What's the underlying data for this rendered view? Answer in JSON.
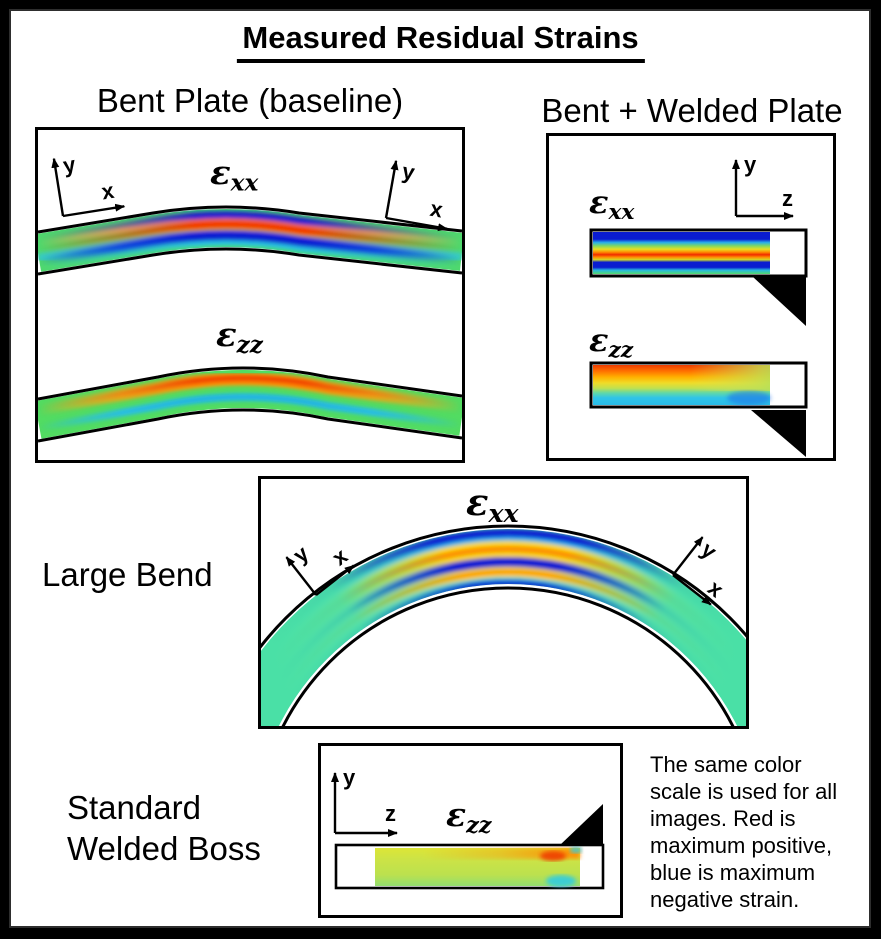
{
  "title": "Measured Residual Strains",
  "panels": {
    "bent_plate": {
      "heading": "Bent Plate (baseline)",
      "map1": {
        "symbol": "ε",
        "subscript": "xx"
      },
      "map2": {
        "symbol": "ε",
        "subscript": "zz"
      },
      "axes_left": {
        "vertical": "y",
        "horizontal": "x"
      },
      "axes_right": {
        "vertical": "y",
        "horizontal": "x"
      }
    },
    "bent_welded": {
      "heading": "Bent + Welded Plate",
      "map1": {
        "symbol": "ε",
        "subscript": "xx"
      },
      "map2": {
        "symbol": "ε",
        "subscript": "zz"
      },
      "axes": {
        "vertical": "y",
        "horizontal": "z"
      }
    },
    "large_bend": {
      "label": "Large Bend",
      "map1": {
        "symbol": "ε",
        "subscript": "xx"
      },
      "axes_left": {
        "vertical": "y",
        "horizontal": "x"
      },
      "axes_right": {
        "vertical": "y",
        "horizontal": "x"
      }
    },
    "welded_boss": {
      "label_line1": "Standard",
      "label_line2": "Welded Boss",
      "map1": {
        "symbol": "ε",
        "subscript": "zz"
      },
      "axes": {
        "vertical": "y",
        "horizontal": "z"
      }
    }
  },
  "caption": {
    "lines": [
      "The same color",
      "scale is used for all",
      "images. Red is",
      "maximum positive,",
      "blue is maximum",
      "negative strain."
    ]
  },
  "color_scale": {
    "max_positive_color": "#ee2400",
    "max_positive_meaning": "maximum positive strain (red)",
    "max_negative_color": "#0a1ed2",
    "max_negative_meaning": "maximum negative strain (blue)"
  }
}
